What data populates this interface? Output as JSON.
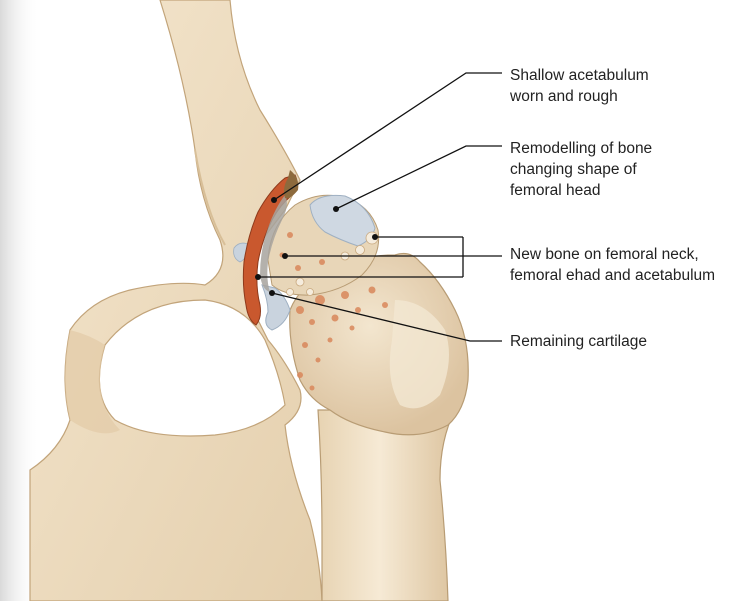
{
  "labels": [
    {
      "id": "acetabulum",
      "lines": [
        "Shallow acetabulum",
        "worn and rough"
      ]
    },
    {
      "id": "remodelling",
      "lines": [
        "Remodelling of bone",
        "changing shape of",
        "femoral head"
      ]
    },
    {
      "id": "new-bone",
      "lines": [
        "New bone on femoral neck,",
        "femoral ehad and acetabulum"
      ]
    },
    {
      "id": "cartilage",
      "lines": [
        "Remaining cartilage"
      ]
    }
  ],
  "colors": {
    "bone": "#f1e2c8",
    "bone_shade": "#dcc6a1",
    "bone_outline": "#b89c74",
    "inflamed": "#c9582e",
    "cartilage": "#c9d4df",
    "leader": "#111111"
  }
}
